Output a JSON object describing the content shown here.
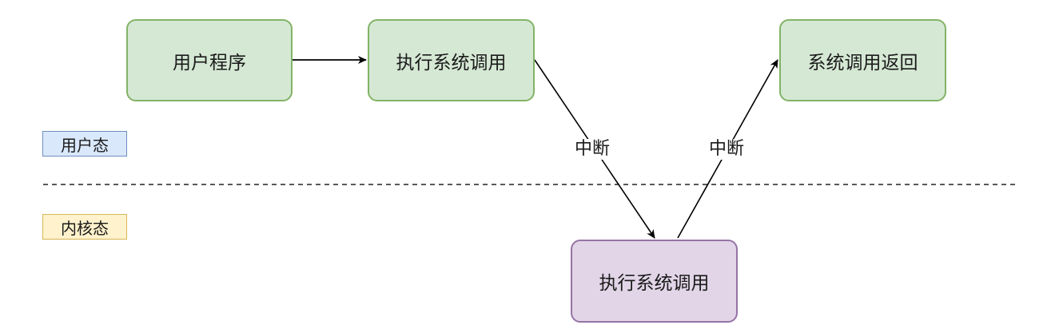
{
  "nodes": {
    "user_program": "用户程序",
    "exec_syscall_user": "执行系统调用",
    "syscall_return": "系统调用返回",
    "exec_syscall_kernel": "执行系统调用"
  },
  "zones": {
    "user_mode": "用户态",
    "kernel_mode": "内核态"
  },
  "edges": {
    "interrupt_down": "中断",
    "interrupt_up": "中断"
  },
  "colors": {
    "user_node_fill": "#d5e8d4",
    "user_node_border": "#82b366",
    "kernel_node_fill": "#e1d5e7",
    "kernel_node_border": "#9673a6",
    "user_zone_fill": "#dae8fc",
    "kernel_zone_fill": "#fff2cc"
  }
}
